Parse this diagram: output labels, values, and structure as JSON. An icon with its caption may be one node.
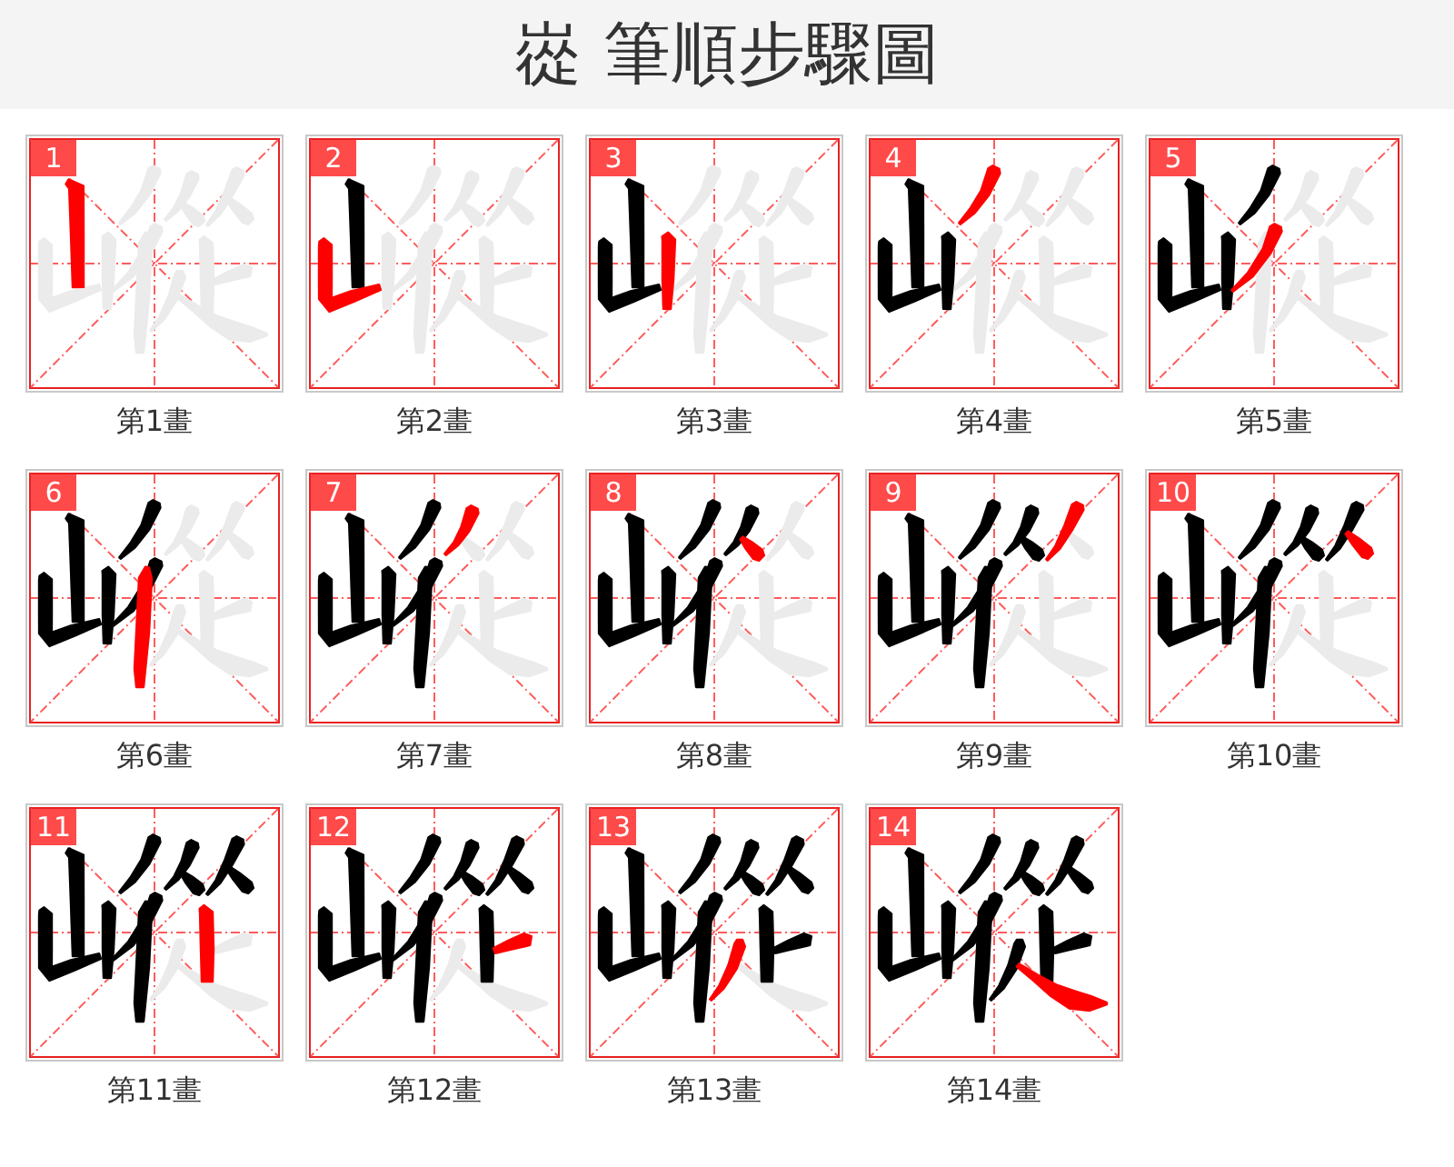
{
  "diagram": {
    "title": "嵸 筆順步驟圖",
    "nodes": [
      {
        "text": [
          "1"
        ],
        "beside": [
          "第1畫"
        ]
      },
      {
        "text": [
          "2"
        ],
        "beside": [
          "第2畫"
        ]
      },
      {
        "text": [
          "3"
        ],
        "beside": [
          "第3畫"
        ]
      },
      {
        "text": [
          "4"
        ],
        "beside": [
          "第4畫"
        ]
      },
      {
        "text": [
          "5"
        ],
        "beside": [
          "第5畫"
        ]
      },
      {
        "text": [
          "6"
        ],
        "beside": [
          "第6畫"
        ]
      },
      {
        "text": [
          "7"
        ],
        "beside": [
          "第7畫"
        ]
      },
      {
        "text": [
          "8"
        ],
        "beside": [
          "第8畫"
        ]
      },
      {
        "text": [
          "9"
        ],
        "beside": [
          "第9畫"
        ]
      },
      {
        "text": [
          "10"
        ],
        "beside": [
          "第10畫"
        ]
      },
      {
        "text": [
          "11"
        ],
        "beside": [
          "第11畫"
        ]
      },
      {
        "text": [
          "12"
        ],
        "beside": [
          "第12畫"
        ]
      },
      {
        "text": [
          "13"
        ],
        "beside": [
          "第13畫"
        ]
      },
      {
        "text": [
          "14"
        ],
        "beside": [
          "第14畫"
        ]
      }
    ]
  }
}
